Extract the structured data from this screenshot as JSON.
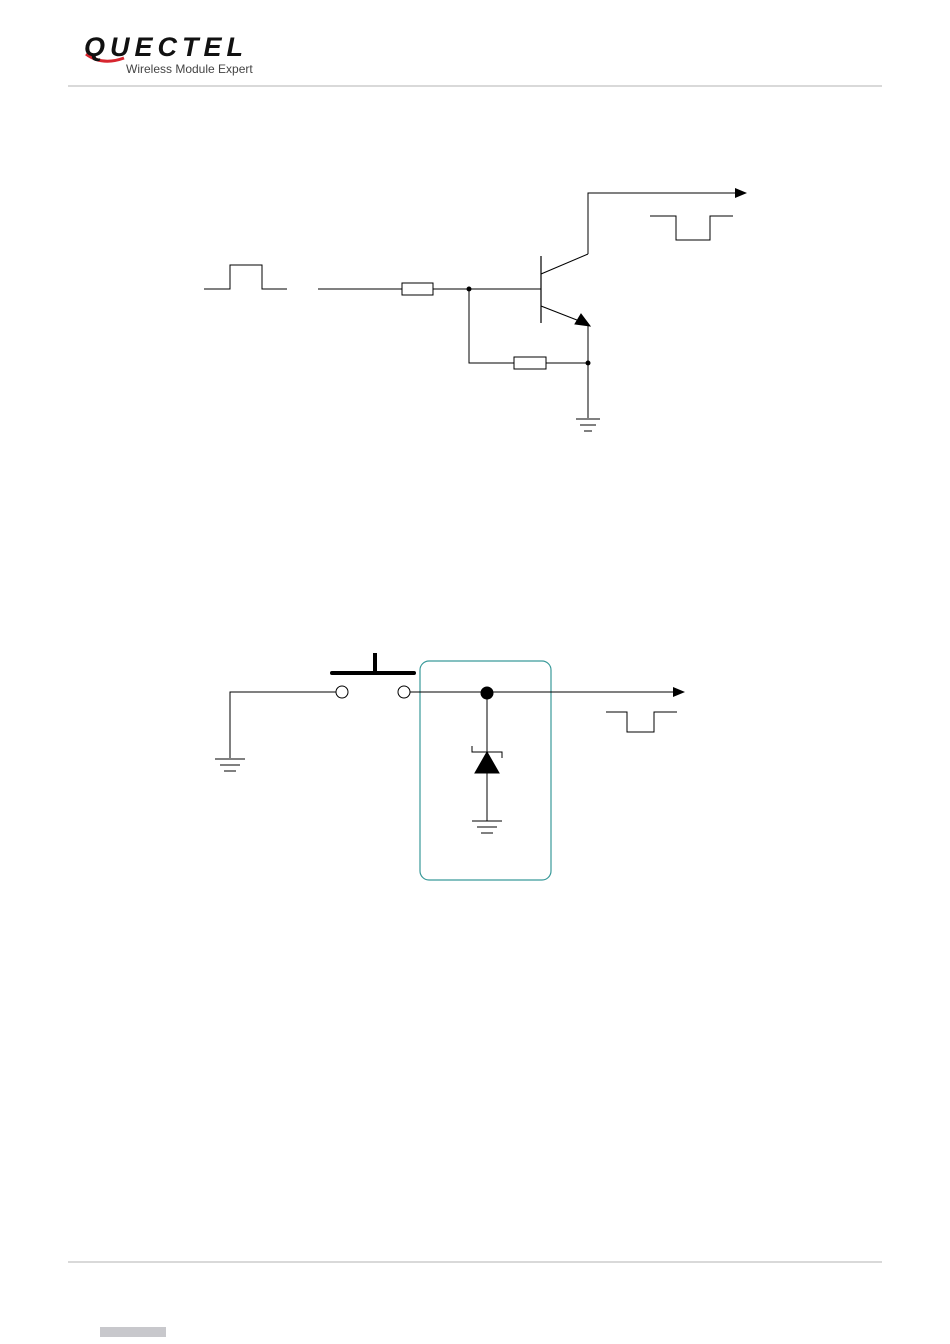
{
  "header": {
    "brand": "QUECTEL",
    "tagline": "Wireless Module Expert"
  },
  "colors": {
    "line": "#000000",
    "rule": "#d9d9d9",
    "highlight_box": "#3a9a9a",
    "logo_accent": "#d7262f",
    "footer_tab": "#c8c8cc"
  },
  "figures": [
    {
      "kind": "open-collector transistor driver",
      "elements": [
        "input-pulse",
        "series-resistor",
        "pulldown-resistor",
        "npn-transistor",
        "ground",
        "output-arrow",
        "output-low-pulse"
      ]
    },
    {
      "kind": "push button with TVS protection",
      "elements": [
        "ground",
        "push-button",
        "tvs-diode",
        "ground",
        "output-arrow",
        "output-low-pulse"
      ]
    }
  ]
}
